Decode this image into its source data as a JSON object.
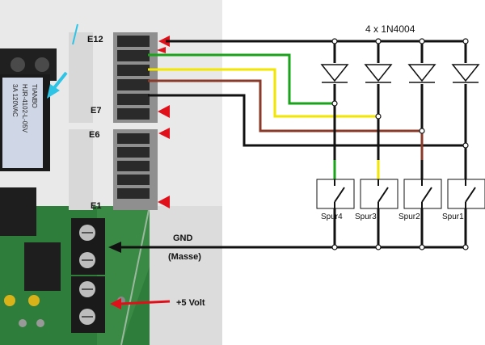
{
  "diode_title": "4 x 1N4004",
  "connector_labels": {
    "e12": "E12",
    "e7": "E7",
    "e6": "E6",
    "e1": "E1"
  },
  "gnd_label": "GND",
  "masse_label": "(Masse)",
  "volt_label": "+5 Volt",
  "relay_brand": "TIANBO",
  "relay_model": "HJR-4102-L-05V",
  "relay_rating": "3A 120VAC",
  "switches": [
    {
      "label": "Spur4"
    },
    {
      "label": "Spur3"
    },
    {
      "label": "Spur2"
    },
    {
      "label": "Spur1"
    }
  ],
  "colors": {
    "wire_black": "#111111",
    "wire_green": "#1aa31a",
    "wire_yellow": "#f2e600",
    "wire_brown": "#8b3a2a",
    "arrow_red": "#e0101a",
    "arrow_cyan": "#2ec4e6",
    "pcb_green": "#2f7d3a"
  }
}
